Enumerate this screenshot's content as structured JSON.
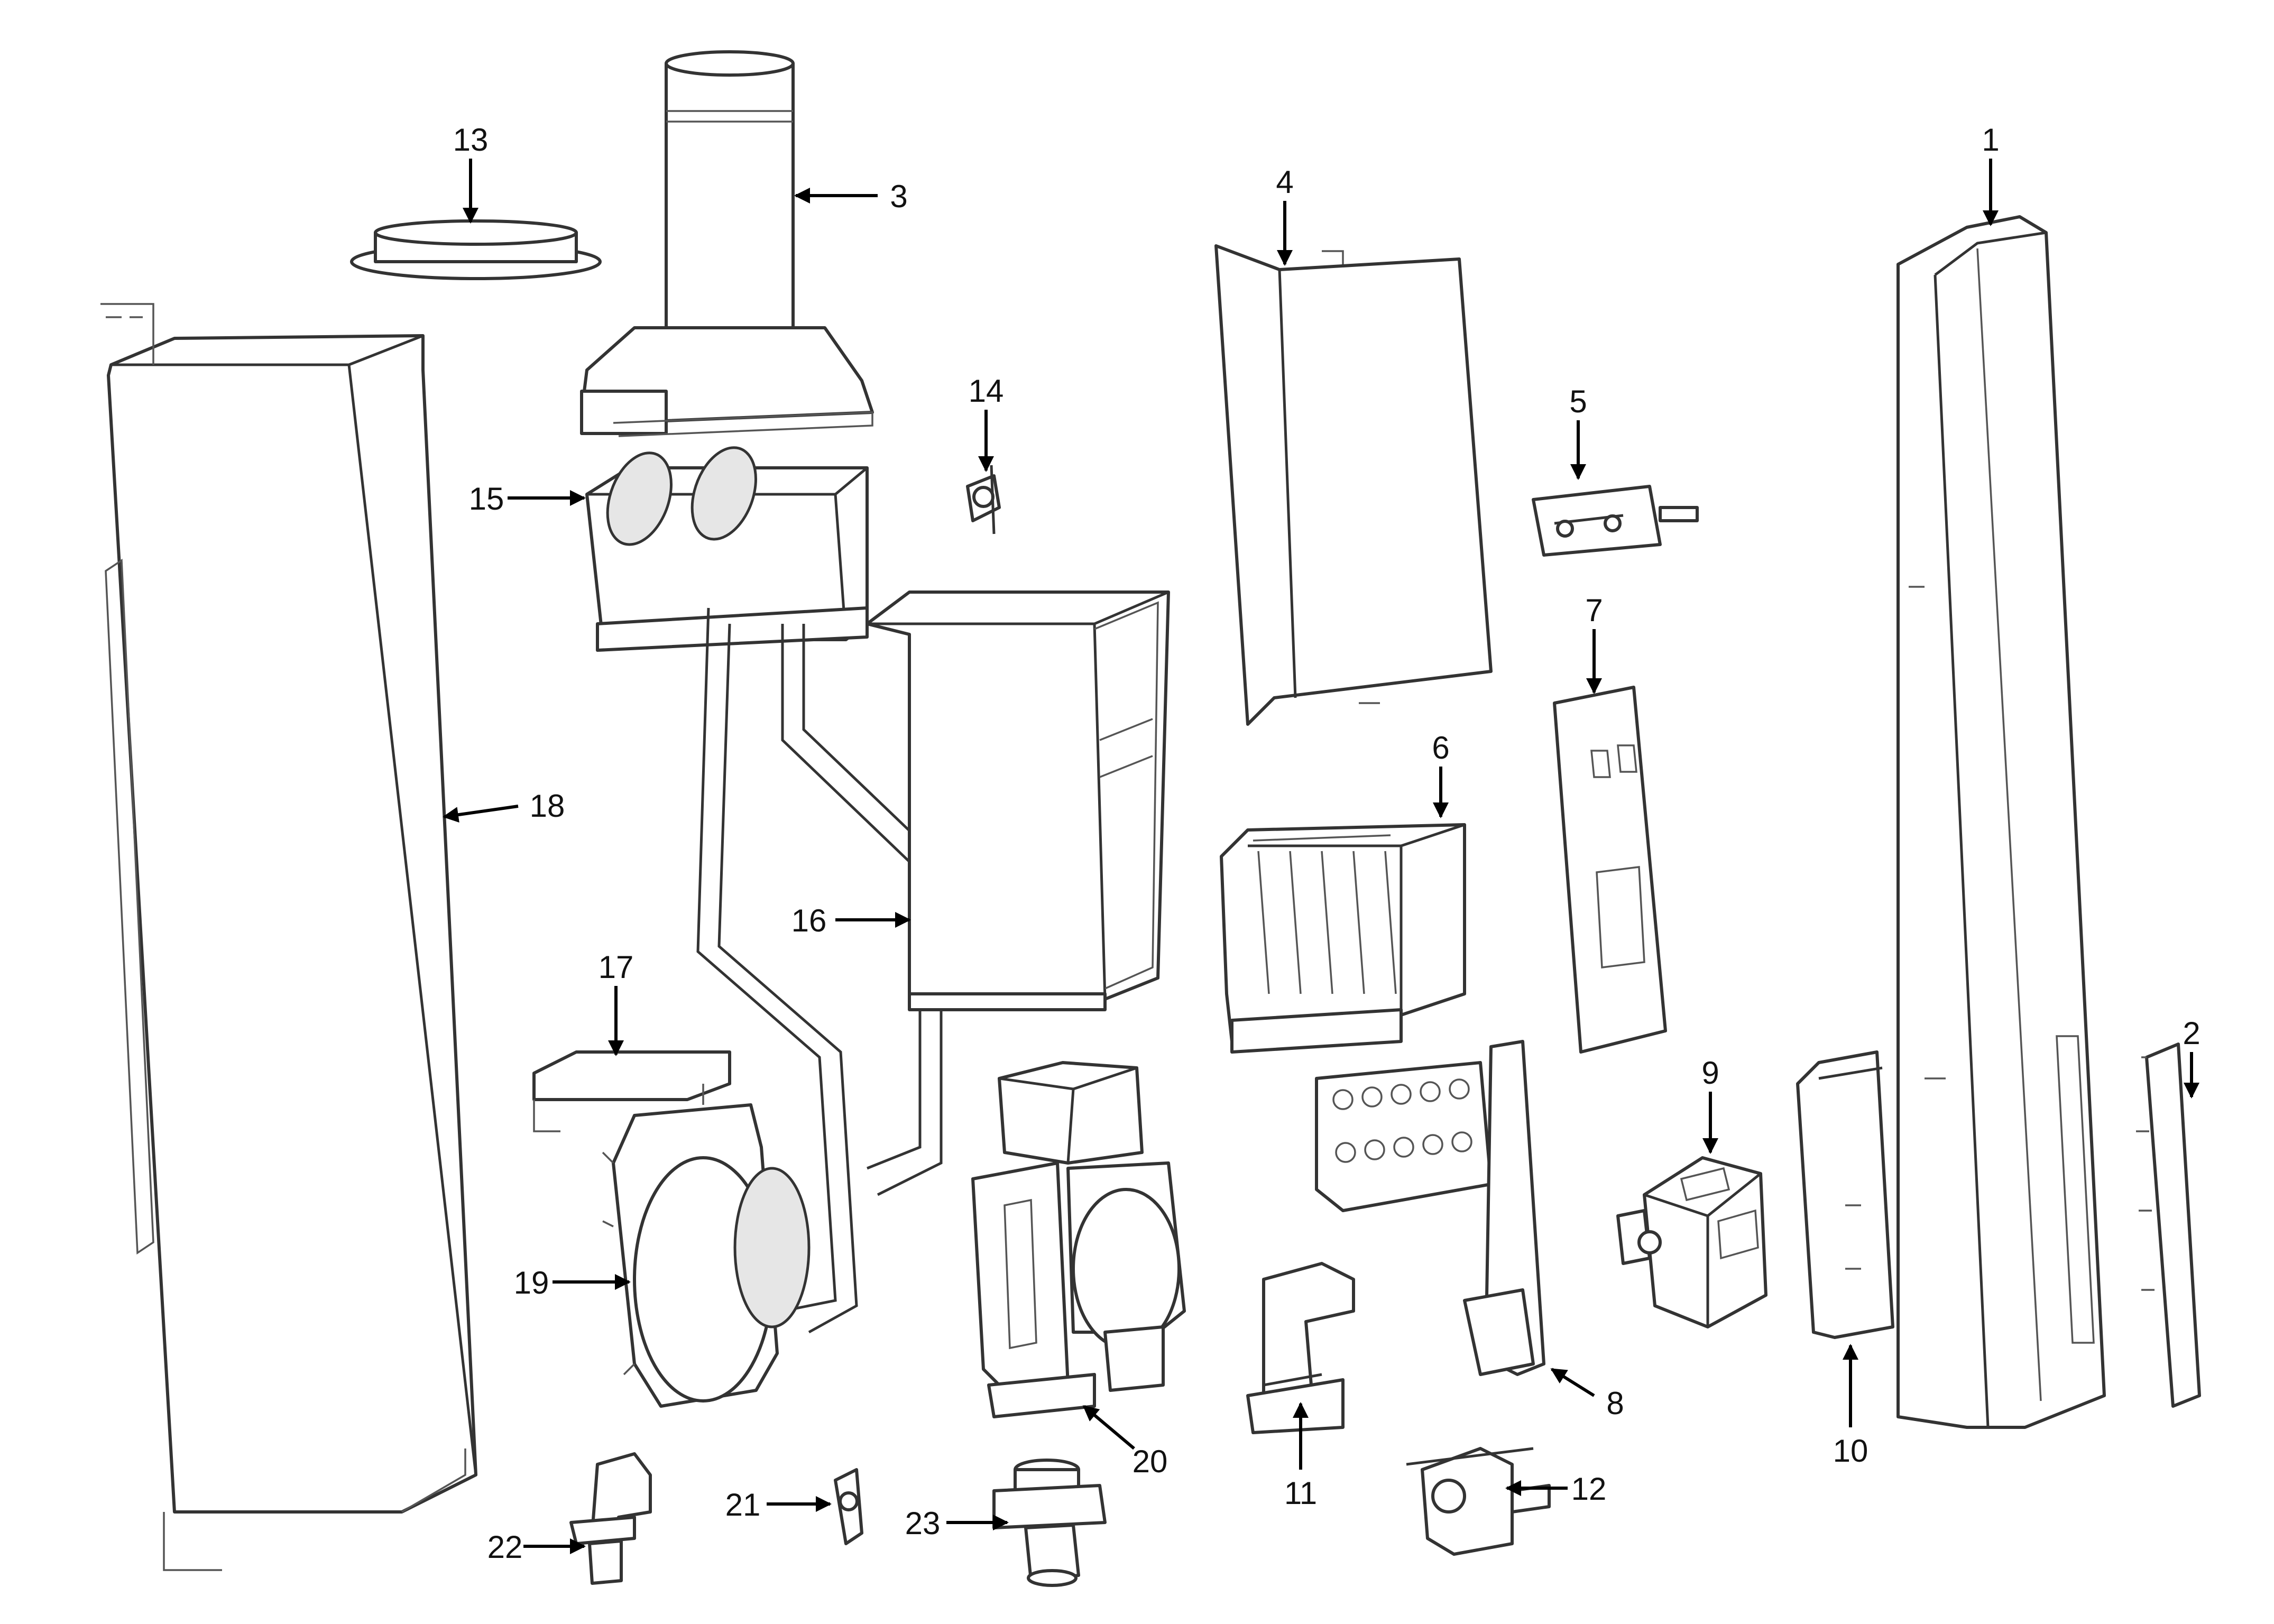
{
  "callouts": [
    {
      "id": "1",
      "text": "1"
    },
    {
      "id": "2",
      "text": "2"
    },
    {
      "id": "3",
      "text": "3"
    },
    {
      "id": "4",
      "text": "4"
    },
    {
      "id": "5",
      "text": "5"
    },
    {
      "id": "6",
      "text": "6"
    },
    {
      "id": "7",
      "text": "7"
    },
    {
      "id": "8",
      "text": "8"
    },
    {
      "id": "9",
      "text": "9"
    },
    {
      "id": "10",
      "text": "10"
    },
    {
      "id": "11",
      "text": "11"
    },
    {
      "id": "12",
      "text": "12"
    },
    {
      "id": "13",
      "text": "13"
    },
    {
      "id": "14",
      "text": "14"
    },
    {
      "id": "15",
      "text": "15"
    },
    {
      "id": "16",
      "text": "16"
    },
    {
      "id": "17",
      "text": "17"
    },
    {
      "id": "18",
      "text": "18"
    },
    {
      "id": "19",
      "text": "19"
    },
    {
      "id": "20",
      "text": "20"
    },
    {
      "id": "21",
      "text": "21"
    },
    {
      "id": "22",
      "text": "22"
    },
    {
      "id": "23",
      "text": "23"
    }
  ]
}
